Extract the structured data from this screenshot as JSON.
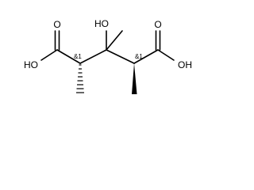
{
  "molecule": {
    "atoms": {
      "o_left_carbonyl": "O",
      "oh_left": "HO",
      "oh_center": "HO",
      "o_right_carbonyl": "O",
      "oh_right": "OH"
    },
    "stereo_labels": {
      "left": "&1",
      "right": "&1"
    }
  },
  "colors": {
    "bond": "#000000",
    "background": "#ffffff"
  }
}
